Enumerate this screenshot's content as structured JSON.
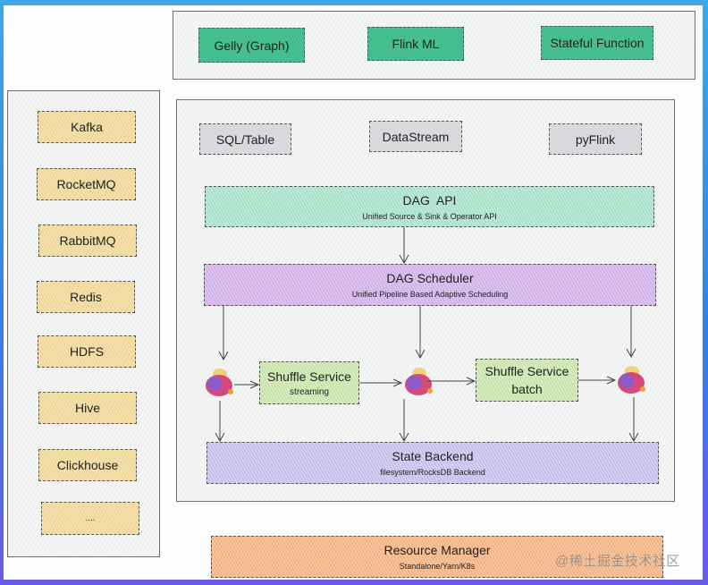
{
  "libraries": {
    "items": [
      {
        "label": "Gelly (Graph)"
      },
      {
        "label": "Flink ML"
      },
      {
        "label": "Stateful Function"
      }
    ]
  },
  "connectors": {
    "items": [
      {
        "label": "Kafka"
      },
      {
        "label": "RocketMQ"
      },
      {
        "label": "RabbitMQ"
      },
      {
        "label": "Redis"
      },
      {
        "label": "HDFS"
      },
      {
        "label": "Hive"
      },
      {
        "label": "Clickhouse"
      },
      {
        "label": "...."
      }
    ]
  },
  "apis": {
    "items": [
      {
        "label": "SQL/Table"
      },
      {
        "label": "DataStream"
      },
      {
        "label": "pyFlink"
      }
    ]
  },
  "dag_api": {
    "title": "DAG  API",
    "subtitle": "Unified Source & Sink & Operator API"
  },
  "dag_scheduler": {
    "title": "DAG Scheduler",
    "subtitle": "Unified Pipeline Based Adaptive Scheduling"
  },
  "shuffle": {
    "streaming": {
      "title": "Shuffle Service",
      "subtitle": "streaming"
    },
    "batch": {
      "title": "Shuffle Service",
      "subtitle": "batch"
    }
  },
  "state_backend": {
    "title": "State Backend",
    "subtitle": "filesystem/RocksDB Backend"
  },
  "resource_manager": {
    "title": "Resource Manager",
    "subtitle": "Standalone/Yarn/K8s"
  },
  "watermark": "@稀土掘金技术社区",
  "colors": {
    "libraries": "#3dbb8c",
    "connectors": "#f1d99b",
    "apis": "#d4d6d9",
    "dag_api": "#bfe9d9",
    "dag_scheduler": "#dcc5ee",
    "shuffle": "#d8edc0",
    "state_backend": "#d6d3f2",
    "resource_manager": "#f5b98a",
    "frame": "#3a7fe0"
  }
}
